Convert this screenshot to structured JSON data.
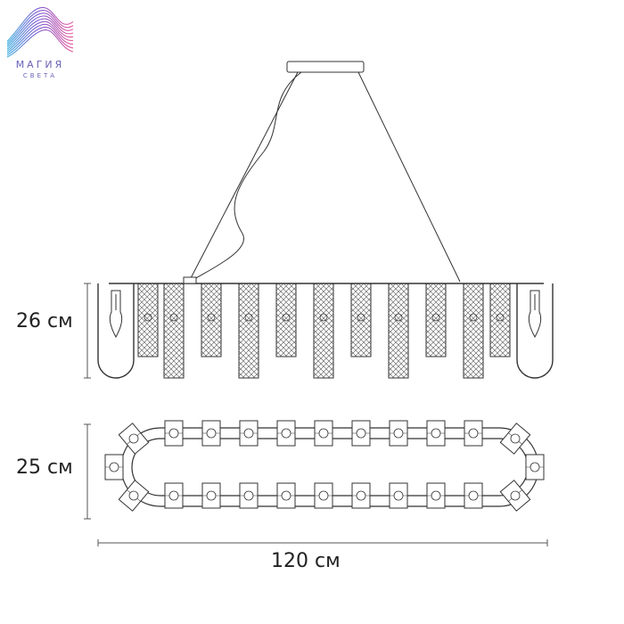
{
  "logo": {
    "name": "МАГИЯ",
    "sub": "СВЕТА",
    "colors": [
      "#e85aa0",
      "#a05cc8",
      "#5a6ad0",
      "#3fb0e0"
    ]
  },
  "dimensions": {
    "height": "26 см",
    "depth": "25 см",
    "width": "120 см"
  },
  "line_color": "#333333"
}
